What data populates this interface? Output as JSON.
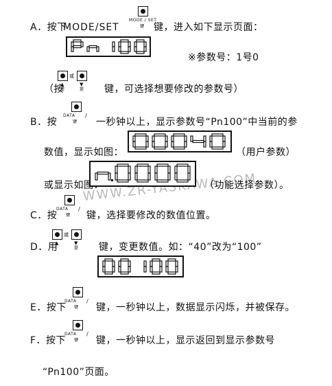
{
  "watermark": "WWW.ZR-YASKAWA.COM",
  "keys": {
    "mode_set_caption": "MODE / SET",
    "data_caption": "DATA",
    "key_char": "键",
    "up_char": "提",
    "down_char": "提",
    "or_char": "或"
  },
  "step_a": {
    "letter": "A．按下",
    "mid": "MODE/SET",
    "key": "键，进入如下显示页面：",
    "display": "Pn100",
    "note": "※参数号：1号0",
    "line2_pre": "（按",
    "line2_post": "键，可选择想要修改的参数号）"
  },
  "step_b": {
    "line1_pre": "B．按",
    "line1_post": "一秒钟以上，显示参数号“Pn100”中当前的参",
    "line2": "数值，显示如图：",
    "display1": "00040",
    "display1_note": "（用户参数）",
    "line3": "或显示如图：",
    "display2": "n.0000",
    "display2_note": "（功能选择参数）。"
  },
  "step_c": {
    "pre": "C．按",
    "post": "键，选择要修改的数值位置。"
  },
  "step_d": {
    "pre": "D．用",
    "post": "键，变更数值。如：“40”改为“100”",
    "display": "00100"
  },
  "step_e": {
    "pre": "E．按下",
    "post": "键，一秒钟以上，数据显示闪烁，并被保存。"
  },
  "step_f": {
    "pre": "F．按下",
    "post": "键，一秒钟以上，显示返回到显示参数号",
    "line2": "“Pn100”页面。"
  },
  "colors": {
    "ink": "#111111",
    "watermark": "#b9b9b9",
    "background": "#ffffff"
  }
}
